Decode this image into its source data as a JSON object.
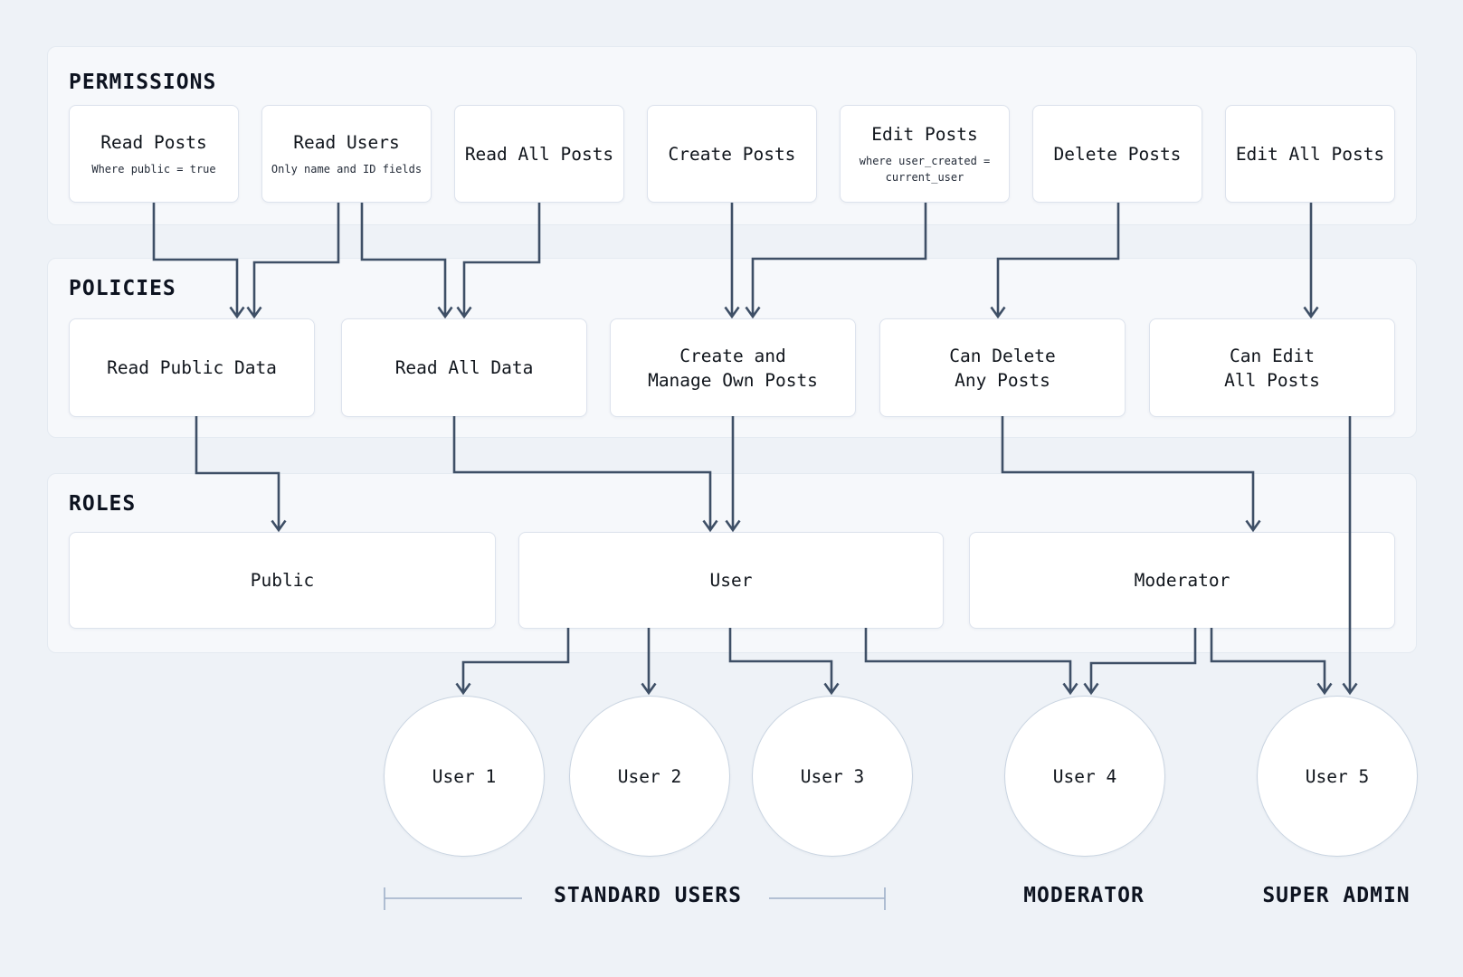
{
  "sections": {
    "permissions": {
      "label": "PERMISSIONS",
      "items": [
        {
          "title": "Read Posts",
          "subtitle": "Where public = true"
        },
        {
          "title": "Read Users",
          "subtitle": "Only name and ID fields"
        },
        {
          "title": "Read All Posts"
        },
        {
          "title": "Create Posts"
        },
        {
          "title": "Edit Posts",
          "subtitle": "where user_created =\ncurrent_user"
        },
        {
          "title": "Delete Posts"
        },
        {
          "title": "Edit All Posts"
        }
      ]
    },
    "policies": {
      "label": "POLICIES",
      "items": [
        {
          "title": "Read Public Data"
        },
        {
          "title": "Read All Data"
        },
        {
          "title": "Create and\nManage Own Posts"
        },
        {
          "title": "Can Delete\nAny Posts"
        },
        {
          "title": "Can Edit\nAll Posts"
        }
      ]
    },
    "roles": {
      "label": "ROLES",
      "items": [
        {
          "title": "Public"
        },
        {
          "title": "User"
        },
        {
          "title": "Moderator"
        }
      ]
    }
  },
  "users": [
    {
      "label": "User 1"
    },
    {
      "label": "User 2"
    },
    {
      "label": "User 3"
    },
    {
      "label": "User 4"
    },
    {
      "label": "User 5"
    }
  ],
  "group_labels": [
    {
      "label": "STANDARD USERS"
    },
    {
      "label": "MODERATOR"
    },
    {
      "label": "SUPER ADMIN"
    }
  ],
  "colors": {
    "background": "#eef2f7",
    "panel": "#f6f8fb",
    "panel_border": "#e4eaf1",
    "node_border": "#dde3ed",
    "circle_border": "#c9d4e1",
    "connector": "#3e4f66",
    "bracket": "#9fb0c8",
    "text": "#10151c"
  }
}
